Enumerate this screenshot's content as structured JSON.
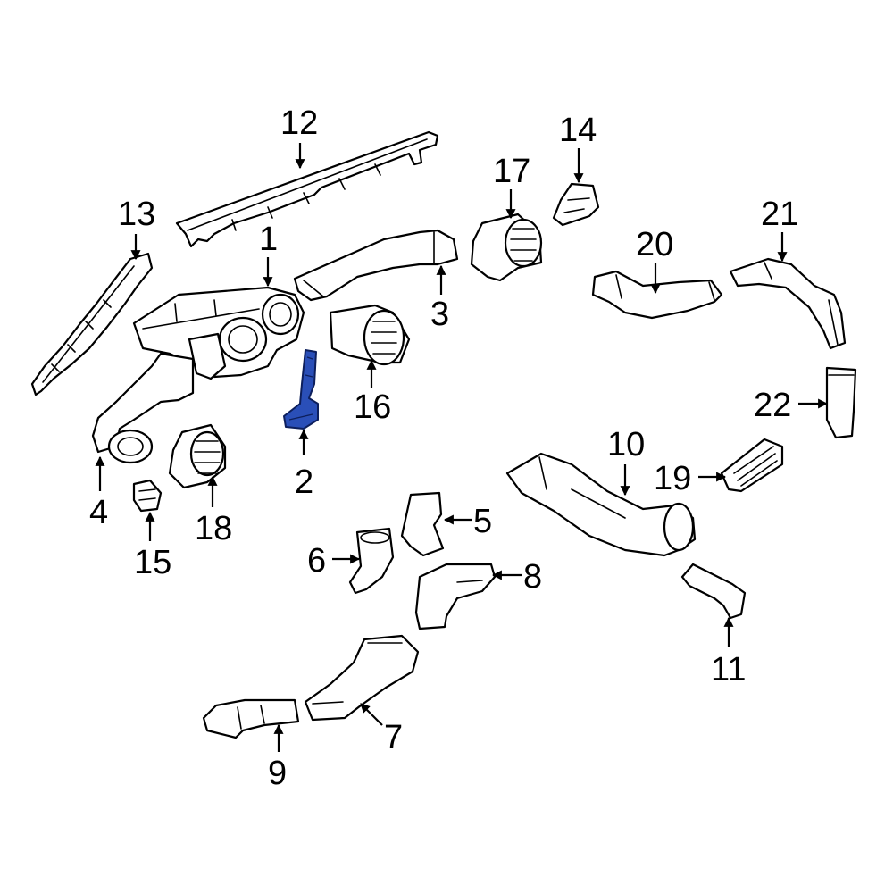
{
  "diagram": {
    "highlight_color": "#2a4fb8",
    "callouts": [
      {
        "id": "1",
        "label": "1"
      },
      {
        "id": "2",
        "label": "2"
      },
      {
        "id": "3",
        "label": "3"
      },
      {
        "id": "4",
        "label": "4"
      },
      {
        "id": "5",
        "label": "5"
      },
      {
        "id": "6",
        "label": "6"
      },
      {
        "id": "7",
        "label": "7"
      },
      {
        "id": "8",
        "label": "8"
      },
      {
        "id": "9",
        "label": "9"
      },
      {
        "id": "10",
        "label": "10"
      },
      {
        "id": "11",
        "label": "11"
      },
      {
        "id": "12",
        "label": "12"
      },
      {
        "id": "13",
        "label": "13"
      },
      {
        "id": "14",
        "label": "14"
      },
      {
        "id": "15",
        "label": "15"
      },
      {
        "id": "16",
        "label": "16"
      },
      {
        "id": "17",
        "label": "17"
      },
      {
        "id": "18",
        "label": "18"
      },
      {
        "id": "19",
        "label": "19"
      },
      {
        "id": "20",
        "label": "20"
      },
      {
        "id": "21",
        "label": "21"
      },
      {
        "id": "22",
        "label": "22"
      }
    ]
  }
}
